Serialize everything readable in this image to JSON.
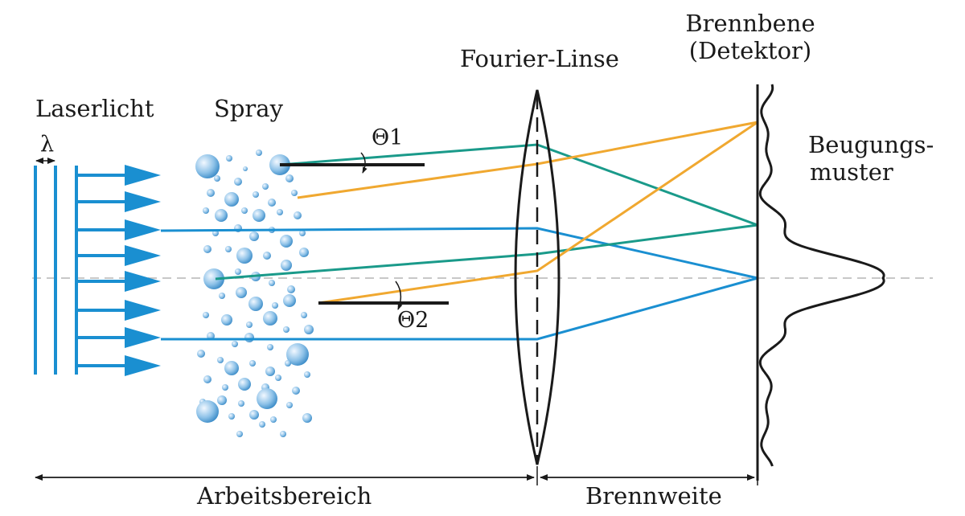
{
  "labels": {
    "laser": "Laserlicht",
    "wavelength": "λ",
    "spray": "Spray",
    "lens": "Fourier-Linse",
    "focal_plane_line1": "Brennbene",
    "focal_plane_line2": "(Detektor)",
    "pattern_line1": "Beugungs-",
    "pattern_line2": "muster",
    "theta1": "Θ1",
    "theta2": "Θ2",
    "working_range": "Arbeitsbereich",
    "focal_length": "Brennweite"
  },
  "colors": {
    "laser_blue": "#1a8fd1",
    "teal_ray": "#1a9a8a",
    "orange_ray": "#f0a830",
    "outline": "#1a1a1a",
    "axis_dash": "#c8c8c8"
  },
  "icons": {
    "arrow": "right-arrow-icon",
    "droplet": "sphere-droplet-icon"
  }
}
